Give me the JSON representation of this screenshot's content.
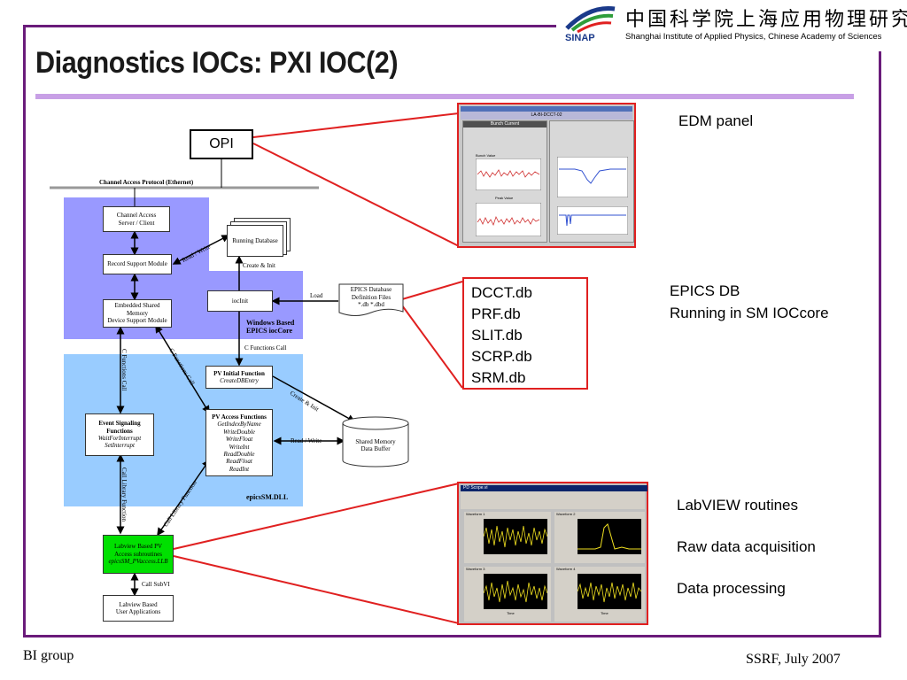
{
  "header": {
    "logo_caption": "SINAP",
    "institute_cn": "中国科学院上海应用物理研究所",
    "institute_en": "Shanghai Institute of Applied Physics, Chinese Academy of Sciences"
  },
  "title": "Diagnostics IOCs: PXI IOC(2)",
  "diagram": {
    "opi": "OPI",
    "ca_protocol": "Channel Access Protocol (Ethernet)",
    "ca_server_line1": "Channel Access",
    "ca_server_line2": "Server / Client",
    "record_support": "Record Support Module",
    "embedded_line1": "Embedded Shared Memory",
    "embedded_line2": "Device Support Module",
    "running_db": "Running Database",
    "read_write_1": "Read / Write",
    "create_init_1": "Create & Init",
    "iocinit": "iocInit",
    "load": "Load",
    "epics_files_line1": "EPICS Database",
    "epics_files_line2": "Definition Files",
    "epics_files_line3": "*.db  *.dbd",
    "windows_line1": "Windows Based",
    "windows_line2": "EPICS iocCore",
    "c_functions_call_top": "C Functions Call",
    "pv_init_title": "PV Initial Function",
    "pv_init_sub": "CreateDBEntry",
    "pv_access_title": "PV Access Functions",
    "pv_access_items": [
      "GetIndexByName",
      "WriteDouble",
      "WriteFloat",
      "WriteInt",
      "ReadDouble",
      "ReadFloat",
      "ReadInt"
    ],
    "event_title_line1": "Event Signaling",
    "event_title_line2": "Functions",
    "event_sub1": "WaitForInterrupt",
    "event_sub2": "SetInterrupt",
    "shared_mem_line1": "Shared Memory",
    "shared_mem_line2": "Data Buffer",
    "create_init_2": "Create & Init",
    "read_write_2": "Read / Write",
    "c_functions_call_left": "C Functions Call",
    "c_functions_call_diag": "C Functions Call",
    "call_library_left": "Call Library Function",
    "call_library_diag": "Call Library Function",
    "epicssm_dll": "epicsSM.DLL",
    "labview_pv_line1": "Labview Based PV",
    "labview_pv_line2": "Access subroutines",
    "labview_pv_line3": "epicsSM_PVaccess.LLB",
    "call_subvi": "Call SubVI",
    "labview_user_line1": "Labview Based",
    "labview_user_line2": "User Applications"
  },
  "edm_panel": {
    "label": "EDM panel",
    "window_title": "LA-BI-DCCT-02",
    "bunch_current": "Bunch Current",
    "graph1": "Bunch Value",
    "graph2": "Peak Value"
  },
  "db_files": [
    "DCCT.db",
    "PRF.db",
    "SLIT.db",
    "SCRP.db",
    "SRM.db"
  ],
  "epics_db": {
    "line1": "EPICS DB",
    "line2": "Running in SM IOCcore"
  },
  "labview": {
    "window_title": "PD Scope.vi",
    "panels": [
      "Waveform 1",
      "Waveform 2",
      "Waveform 3",
      "Waveform 4"
    ],
    "xlabel": "Time"
  },
  "labview_notes": [
    "LabVIEW routines",
    "Raw data acquisition",
    "Data processing"
  ],
  "footer": {
    "left": "BI group",
    "right": "SSRF, July 2007"
  },
  "colors": {
    "frame": "#6a1b7a",
    "title_rule": "#c8a0e6",
    "ioccore_bg": "#9999ff",
    "dll_bg": "#99ccff",
    "labview_green": "#00e000",
    "highlight_red": "#e02020"
  }
}
